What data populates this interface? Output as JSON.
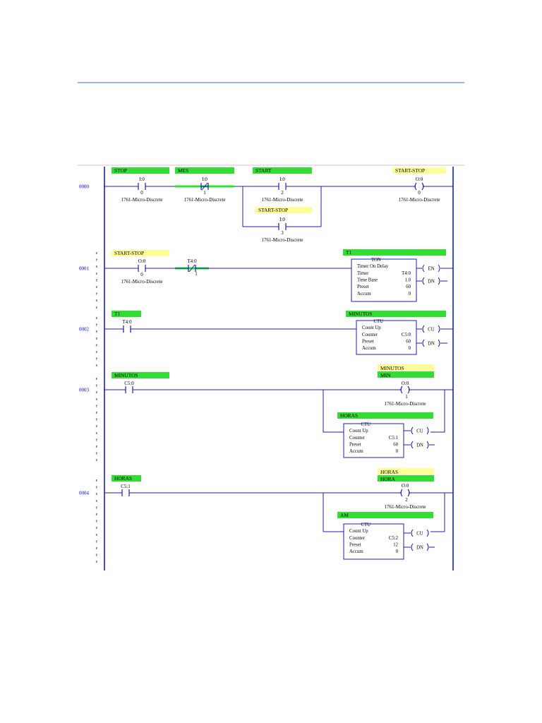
{
  "colors": {
    "rail": "#1b1bc4",
    "wire": "#1b1bc4",
    "green_tag": "#33dd33",
    "yellow_tag": "#ffff99",
    "header_rule": "#3b6fa8"
  },
  "icons": {
    "no_contact": "normally-open-contact-icon",
    "nc_contact": "normally-closed-contact-icon",
    "coil": "output-coil-icon",
    "ton": "timer-on-delay-block-icon",
    "ctu": "count-up-block-icon"
  },
  "rungs": [
    {
      "number": "0000",
      "contacts": [
        {
          "tag": "STOP",
          "tag_color": "green",
          "address": "I:0",
          "bit": "0",
          "desc": "1761-Micro-Discrete",
          "type": "no"
        },
        {
          "tag": "MES",
          "tag_color": "green",
          "address": "I:0",
          "bit": "1",
          "desc": "1761-Micro-Discrete",
          "type": "nc"
        },
        {
          "tag": "START",
          "tag_color": "green",
          "address": "I:0",
          "bit": "2",
          "desc": "1761-Micro-Discrete",
          "type": "no"
        },
        {
          "tag": "START-STOP",
          "tag_color": "yellow",
          "address": "I:0",
          "bit": "3",
          "desc": "1761-Micro-Discrete",
          "type": "no"
        }
      ],
      "coil": {
        "tag": "START-STOP",
        "tag_color": "yellow",
        "address": "O:0",
        "bit": "0",
        "desc": "1761-Micro-Discrete"
      }
    },
    {
      "number": "0001",
      "contacts": [
        {
          "tag": "START-STOP",
          "tag_color": "yellow",
          "address": "O:0",
          "bit": "0",
          "desc": "1761-Micro-Discrete",
          "type": "no"
        },
        {
          "tag": "",
          "address": "T4:0",
          "bit": "1",
          "desc": "",
          "type": "nc"
        }
      ],
      "block": {
        "tag": "T1",
        "title": "TON",
        "name": "Timer On Delay",
        "rows": [
          [
            "Timer",
            "T4:0"
          ],
          [
            "Time Base",
            "1.0"
          ],
          [
            "Preset",
            "60"
          ],
          [
            "Accum",
            "0"
          ]
        ],
        "outputs": [
          "EN",
          "DN"
        ]
      }
    },
    {
      "number": "0002",
      "contacts": [
        {
          "tag": "T1",
          "tag_color": "green",
          "address": "T4:0",
          "bit": "",
          "desc": "",
          "type": "no"
        }
      ],
      "block": {
        "tag": "MINUTOS",
        "title": "CTU",
        "name": "Count Up",
        "rows": [
          [
            "Counter",
            "C5:0"
          ],
          [
            "Preset",
            "60"
          ],
          [
            "Accum",
            "0"
          ]
        ],
        "outputs": [
          "CU",
          "DN"
        ]
      }
    },
    {
      "number": "0003",
      "contacts": [
        {
          "tag": "MINUTOS",
          "tag_color": "green",
          "address": "C5:0",
          "bit": "",
          "desc": "",
          "type": "no"
        }
      ],
      "coil": {
        "tag": "MINUTOS",
        "tag2": "MIN",
        "address": "O:0",
        "bit": "1",
        "desc": "1761-Micro-Discrete"
      },
      "block": {
        "tag": "HORAS",
        "title": "CTU",
        "name": "Count Up",
        "rows": [
          [
            "Counter",
            "C5:1"
          ],
          [
            "Preset",
            "60"
          ],
          [
            "Accum",
            "0"
          ]
        ],
        "outputs": [
          "CU",
          "DN"
        ]
      }
    },
    {
      "number": "0004",
      "contacts": [
        {
          "tag": "HORAS",
          "tag_color": "green",
          "address": "C5:1",
          "bit": "",
          "desc": "",
          "type": "no"
        }
      ],
      "coil": {
        "tag": "HORAS",
        "tag2": "HORA",
        "address": "O:0",
        "bit": "2",
        "desc": "1761-Micro-Discrete"
      },
      "block": {
        "tag": "AM",
        "title": "CTU",
        "name": "Count Up",
        "rows": [
          [
            "Counter",
            "C5:2"
          ],
          [
            "Preset",
            "12"
          ],
          [
            "Accum",
            "0"
          ]
        ],
        "outputs": [
          "CU",
          "DN"
        ]
      }
    }
  ]
}
